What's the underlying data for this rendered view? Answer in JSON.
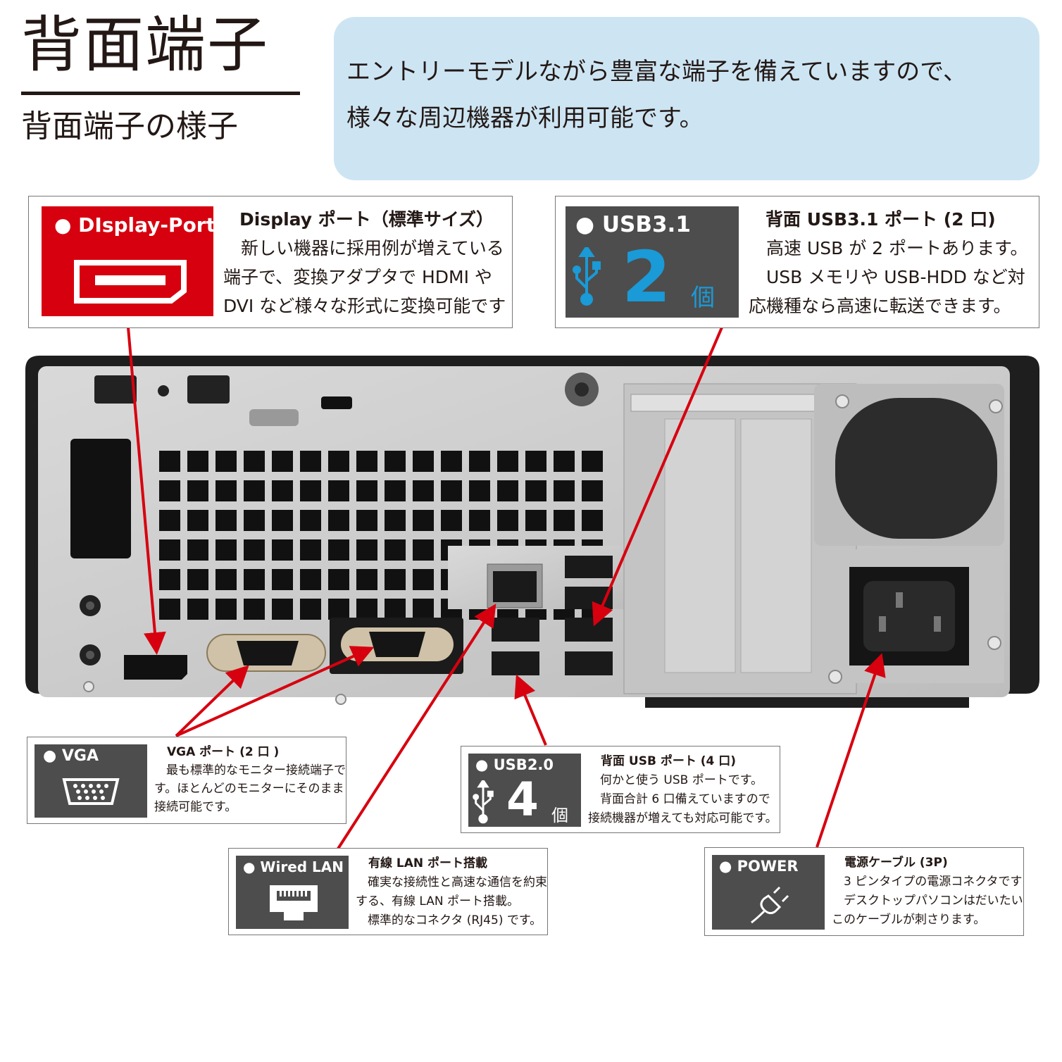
{
  "header": {
    "title": "背面端子",
    "subtitle": "背面端子の様子",
    "intro_line1": "エントリーモデルながら豊富な端子を備えていますので、",
    "intro_line2": "様々な周辺機器が利用可能です。"
  },
  "callouts": {
    "displayport": {
      "badge": "● DIsplay-Port",
      "heading": "Display ポート（標準サイズ）",
      "lines": [
        "　新しい機器に採用例が増えている",
        "端子で、変換アダプタで HDMI や",
        "DVI など様々な形式に変換可能です"
      ]
    },
    "usb31": {
      "badge": "● USB3.1",
      "count": "2",
      "unit": "個",
      "heading": "背面 USB3.1 ポート (2 口)",
      "lines": [
        "　高速 USB が 2 ポートあります。",
        "　USB メモリや USB-HDD など対",
        "応機種なら高速に転送できます。"
      ]
    },
    "vga": {
      "badge": "● VGA",
      "heading": "VGA ポート (2 口 )",
      "lines": [
        "　最も標準的なモニター接続端子で",
        "す。ほとんどのモニターにそのまま",
        "接続可能です。"
      ]
    },
    "usb20": {
      "badge": "● USB2.0",
      "count": "4",
      "unit": "個",
      "heading": "背面 USB ポート (4 口)",
      "lines": [
        "　何かと使う USB ポートです。",
        "　背面合計 6 口備えていますので",
        "接続機器が増えても対応可能です。"
      ]
    },
    "lan": {
      "badge": "● Wired LAN",
      "heading": "有線 LAN ポート搭載",
      "lines": [
        "　確実な接続性と高速な通信を約束",
        "する、有線 LAN ポート搭載。",
        "　標準的なコネクタ (RJ45) です。"
      ]
    },
    "power": {
      "badge": "● POWER",
      "heading": "電源ケーブル (3P)",
      "lines": [
        "　3 ピンタイプの電源コネクタです",
        "　デスクトップパソコンはだいたい",
        "このケーブルが刺さります。"
      ]
    }
  },
  "colors": {
    "dp_red": "#d7000f",
    "badge_gray": "#4d4d4d",
    "usb_blue": "#1a9ad6",
    "intro_bg": "#cde5f3",
    "arrow_red": "#d7000f"
  },
  "icons": [
    "displayport-icon",
    "usb-icon",
    "vga-icon",
    "ethernet-icon",
    "power-plug-icon"
  ]
}
